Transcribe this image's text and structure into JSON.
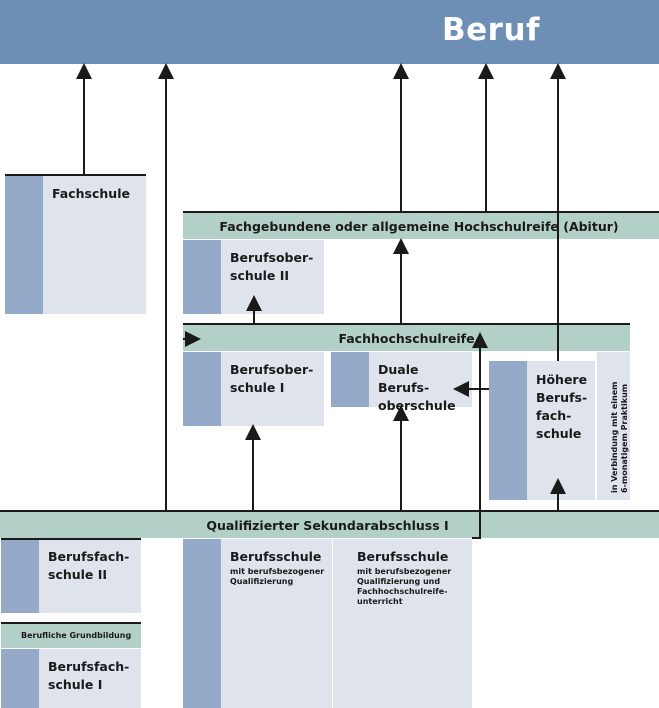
{
  "header": {
    "title": "Beruf"
  },
  "bars": {
    "hochschulreife": "Fachgebundene oder allgemeine Hochschulreife (Abitur)",
    "fachhochschulreife": "Fachhochschulreife",
    "sekundarabschluss": "Qualifizierter Sekundarabschluss I",
    "grundbildung": "Berufliche Grundbildung"
  },
  "boxes": {
    "fachschule": "Fachschule",
    "bos2": "Berufsober-\nschule II",
    "bos1": "Berufsober-\nschule I",
    "duale_bos": "Duale Berufs-\noberschule",
    "hoehere_bfs": "Höhere\nBerufs-\nfach-\nschule",
    "hoehere_bfs_note": "in Verbindung mit einem\n6-monatigem Praktikum",
    "bfs2": "Berufsfach-\nschule II",
    "bfs1": "Berufsfach-\nschule I",
    "berufsschule_a": "Berufsschule",
    "berufsschule_a_sub": "mit berufsbezogener\nQualifizierung",
    "berufsschule_b": "Berufsschule",
    "berufsschule_b_sub": "mit berufsbezogener\nQualifizierung und\nFachhochschulreife-\nunterricht"
  },
  "colors": {
    "header": "#6d8fb6",
    "box": "#dfe3ec",
    "box_side": "#94aac8",
    "bar": "#b3d0c8"
  }
}
